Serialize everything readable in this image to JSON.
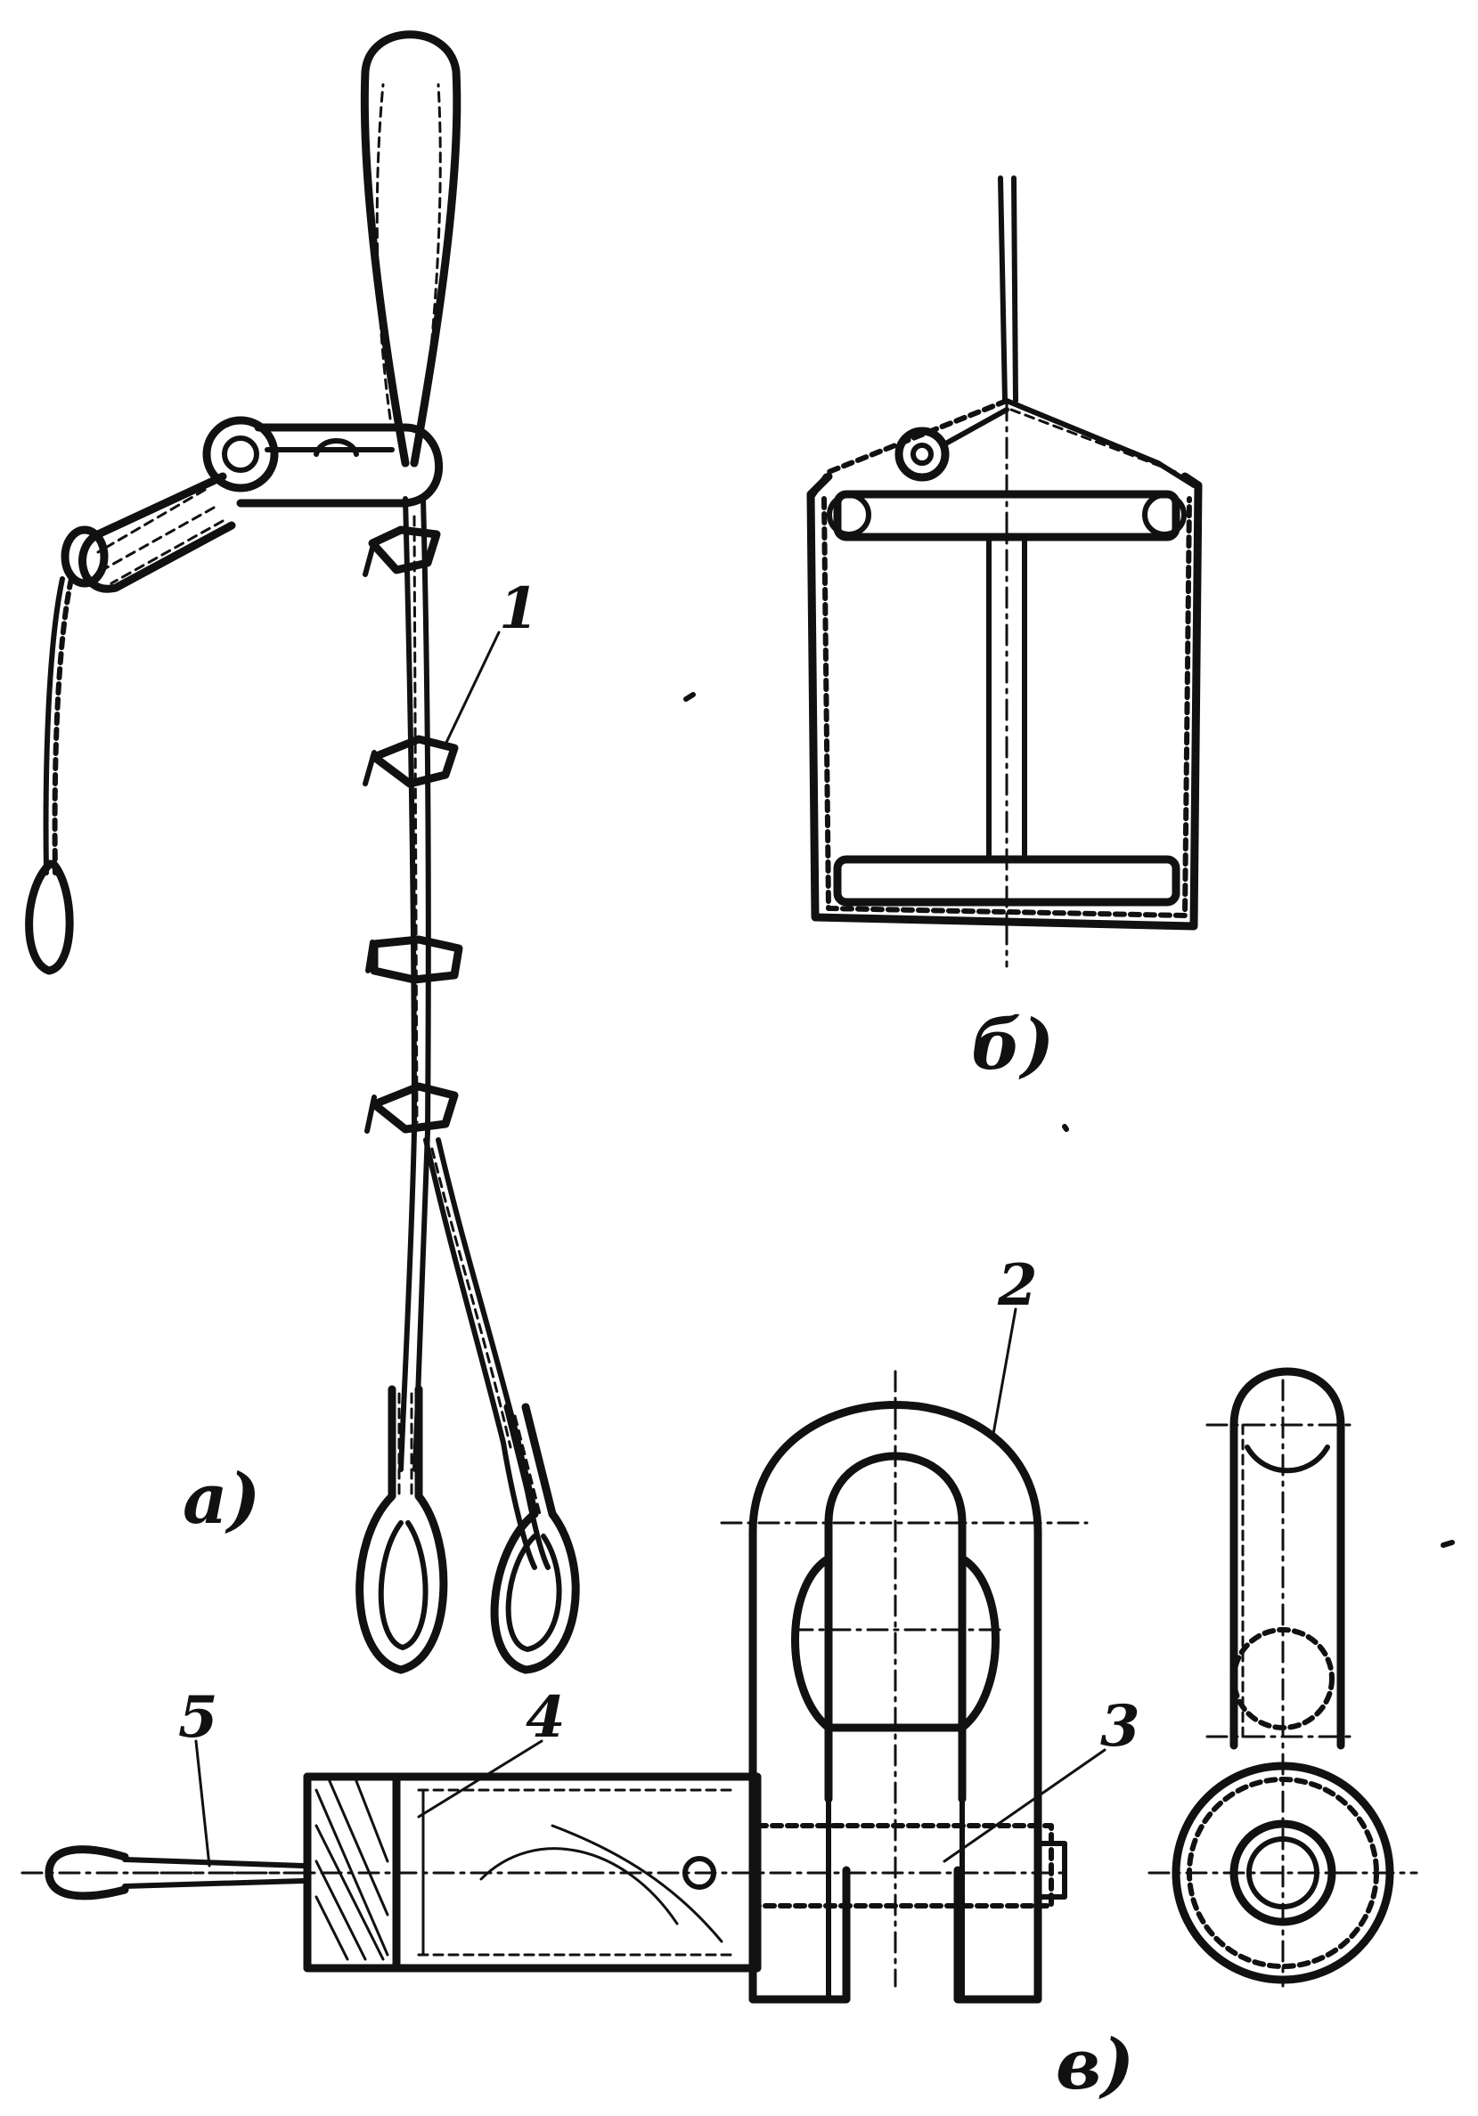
{
  "figure": {
    "labels": {
      "part_a": "а)",
      "part_b": "б)",
      "part_v": "в)"
    },
    "callouts": [
      "1",
      "2",
      "3",
      "4",
      "5"
    ],
    "colors": {
      "ink": "#111111",
      "paper": "#ffffff"
    }
  }
}
